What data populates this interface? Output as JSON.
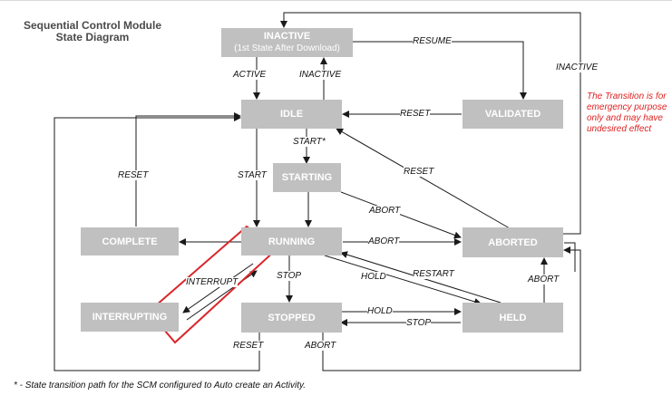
{
  "title": {
    "line1": "Sequential Control Module",
    "line2": "State Diagram"
  },
  "states": {
    "inactive": "INACTIVE",
    "inactive_sub": "(1st State After Download)",
    "idle": "IDLE",
    "validated": "VALIDATED",
    "starting": "STARTING",
    "running": "RUNNING",
    "complete": "COMPLETE",
    "aborted": "ABORTED",
    "interrupting": "INTERRUPTING",
    "stopped": "STOPPED",
    "held": "HELD"
  },
  "transitions": {
    "active": "ACTIVE",
    "inactive_up": "INACTIVE",
    "resume": "RESUME",
    "inactive_right": "INACTIVE",
    "reset_validated": "RESET",
    "start_star": "START*",
    "start": "START",
    "reset_complete": "RESET",
    "reset_aborted": "RESET",
    "abort_starting": "ABORT",
    "abort_running": "ABORT",
    "interrupt": "INTERRUPT",
    "stop": "STOP",
    "hold_running": "HOLD",
    "restart": "RESTART",
    "abort_held": "ABORT",
    "hold_stopped": "HOLD",
    "stop_held": "STOP",
    "reset_stopped": "RESET",
    "abort_stopped": "ABORT"
  },
  "note": "The Transition is for emergency purpose only and may have undesired effect",
  "footnote": "* - State transition path for the SCM configured to Auto create an Activity.",
  "colors": {
    "state_fill": "#c0c0c0",
    "state_text": "#ffffff",
    "line": "#1a1a1a",
    "highlight": "#d9262b",
    "note": "#e02020"
  }
}
